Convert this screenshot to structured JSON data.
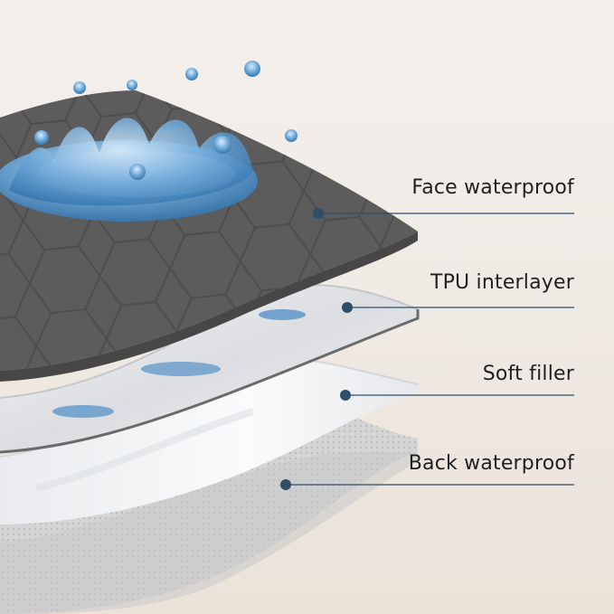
{
  "layers": [
    {
      "id": "face",
      "label": "Face waterproof"
    },
    {
      "id": "tpu",
      "label": "TPU interlayer"
    },
    {
      "id": "filler",
      "label": "Soft filler"
    },
    {
      "id": "back",
      "label": "Back waterproof"
    }
  ],
  "colors": {
    "face_fabric": "#5f5f5f",
    "tpu_film": "#e8e9eb",
    "filler": "#f3f4f6",
    "back_mesh": "#cfcfcf",
    "water": "#4f8fc7",
    "leader_line": "#2f4e6a"
  }
}
